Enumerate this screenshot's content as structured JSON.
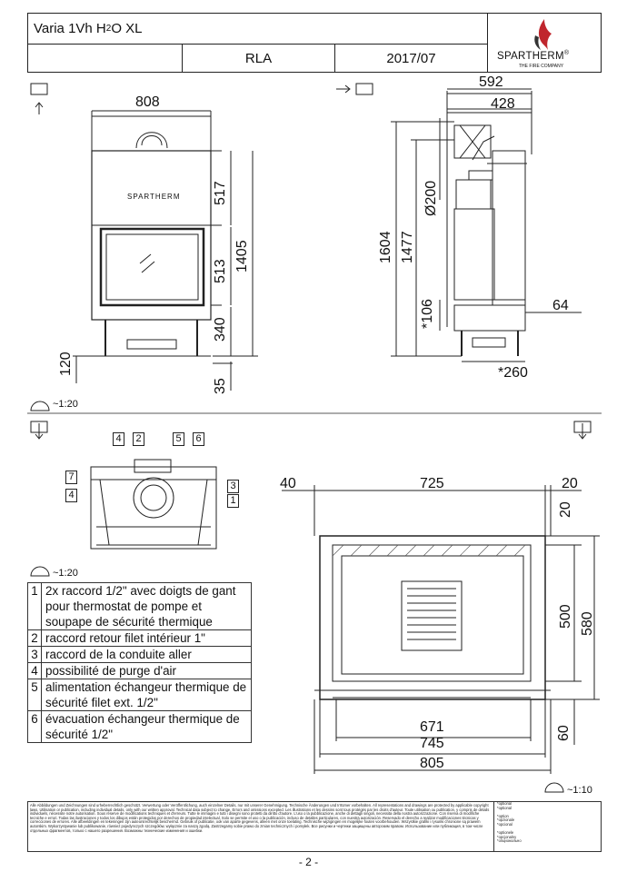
{
  "header": {
    "model_prefix": "Varia 1Vh H",
    "model_sub": "2",
    "model_suffix": "O XL",
    "variant": "RLA",
    "date": "2017/07",
    "brand": "SPARTHERM",
    "brand_tagline": "THE FIRE COMPANY",
    "registered": "®"
  },
  "front_view": {
    "width": "808",
    "height_517": "517",
    "height_1405": "1405",
    "height_513": "513",
    "height_340": "340",
    "height_120": "120",
    "height_35": "35",
    "logo": "SPARTHERM"
  },
  "side_view": {
    "top_592": "592",
    "top_428": "428",
    "dia_200": "Ø200",
    "h_1604": "1604",
    "h_1477": "1477",
    "h_106": "*106",
    "d_64": "64",
    "d_260": "*260"
  },
  "scales": {
    "s1": "~1:20",
    "s2": "~1:20",
    "s3": "~1:10"
  },
  "top_view": {
    "labels": [
      "4",
      "2",
      "5",
      "6",
      "7",
      "4",
      "3",
      "1"
    ]
  },
  "plan_view": {
    "d_40": "40",
    "d_725": "725",
    "d_20_top": "20",
    "d_20_side": "20",
    "d_500": "500",
    "d_580": "580",
    "d_671": "671",
    "d_745": "745",
    "d_805": "805",
    "d_60": "60"
  },
  "legend": [
    {
      "num": "1",
      "text": "2x raccord 1/2\" avec doigts de gant pour thermostat de pompe et soupape de sécurité thermique"
    },
    {
      "num": "2",
      "text": "raccord retour filet intérieur 1\""
    },
    {
      "num": "3",
      "text": "raccord de la conduite aller"
    },
    {
      "num": "4",
      "text": "possibilité de purge d'air"
    },
    {
      "num": "5",
      "text": "alimentation échangeur thermique de sécurité filet ext. 1/2\""
    },
    {
      "num": "6",
      "text": "évacuation échangeur thermique de sécurité 1/2\""
    }
  ],
  "footer": {
    "disclaimer": "Alle Abbildungen und Zeichnungen sind urheberrechtlich geschützt. Verwertung oder Veröffentlichung, auch einzelner Details, nur mit unserer Genehmigung. Technische Änderungen und Irrtümer vorbehalten. All representations and drawings are protected by applicable copyright laws. Utilisation or publication, including individual details, only with our written approval. Technical data subject to change. Errors and omissions excepted. Les illustrations et les dessins sont tous protégés par les droits d'auteur. Toute utilisation ou publication, y compris de détails individuels, nécessite notre autorisation. Sous réserve de modifications techniques et d'erreurs. Tutte le immagini e tutti i disegni sono protetti da diritto d'autore. L'uso o la pubblicazione, anche di dettagli singoli, necessita della nostra autorizzazione. Con riserva di modifiche tecniche e errori. Todas las ilustraciones y todos los dibujos están protegidos por derechos de propiedad intelectual. Solo se permite el uso o la publicación, incluso de detalles particulares, con nuestra autorización. Reservado el derecho a realizar modificaciones técnicas y correcciones de errores. Alle afbeeldingen en tekeningen zijn auteursrechtelijk beschermd. Gebruik of publicatie, ook van aparte gegevens, alleen met onze toelating. Technische wijzigingen en mogelijke fouten voorbehouden. Wszystkie grafiki i rysunki chronione są prawem autorskim. Wykorzystywanie lub publikowanie, również pojedynczych szczegółów, wyłącznie za naszą zgodą. Zastrzegamy sobie prawo do zmian technicznych i pomyłek. Все рисунки и чертежи защищены авторским правом. Использование или публикация, в том числе отдельных фрагментов, только с нашего разрешения. Возможны технические изменения и ошибки.",
    "options": "*optional\n*optional\n\n*option\n*opzionale\n*opcional\n\n*optionele\n*opcjonalny\n*опционально"
  },
  "page_number": "- 2 -"
}
